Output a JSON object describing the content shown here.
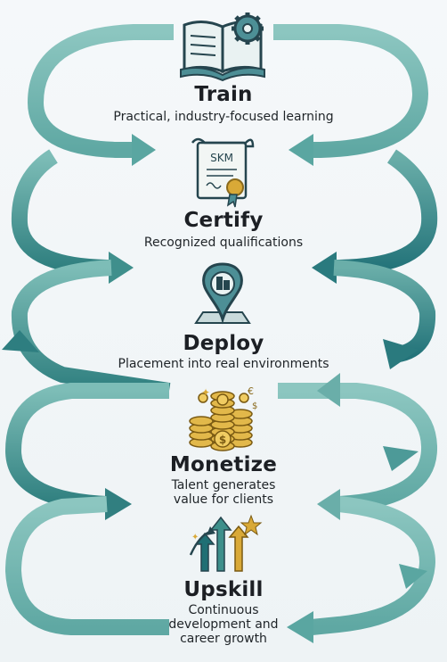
{
  "stages": [
    {
      "title": "Train",
      "description": "Practical, industry-focused learning",
      "icon": "book-gear-icon"
    },
    {
      "title": "Certify",
      "description": "Recognized qualifications",
      "icon": "certificate-icon",
      "certificate_text": "SKM"
    },
    {
      "title": "Deploy",
      "description": "Placement into real environments",
      "icon": "map-pin-building-icon"
    },
    {
      "title": "Monetize",
      "description": "Talent generates\nvalue for clients",
      "icon": "coin-stacks-icon"
    },
    {
      "title": "Upskill",
      "description": "Continuous\ndevelopment and\ncareer growth",
      "icon": "growth-arrows-icon"
    }
  ],
  "colors": {
    "arrow_light": "#6fb2ad",
    "arrow_mid": "#3d8f8b",
    "arrow_dark": "#1f6f74",
    "icon_stroke": "#25454e",
    "icon_fill": "#4d8f96",
    "gold": "#d9a937",
    "text": "#1c1f24"
  }
}
